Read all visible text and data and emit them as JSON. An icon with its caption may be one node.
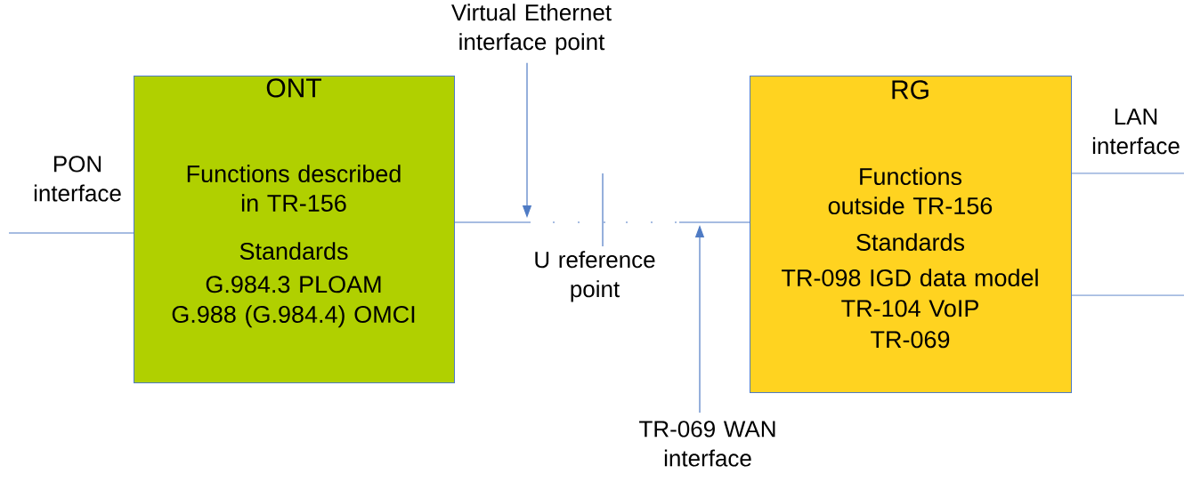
{
  "diagram": {
    "nodes": [
      {
        "text": [
          "ONT",
          "Functions described in TR-156",
          "Standards",
          "G.984.3 PLOAM",
          "G.988 (G.984.4) OMCI"
        ]
      },
      {
        "text": [
          "RG",
          "Functions outside TR-156",
          "Standards",
          "TR-098 IGD data model",
          "TR-104 VoIP",
          "TR-069"
        ]
      },
      {
        "text": [
          "Virtual Ethernet interface point"
        ]
      },
      {
        "text": [
          "TR-069 WAN interface"
        ]
      }
    ],
    "edges": [
      {
        "from": null,
        "to": 0,
        "arrow": "none"
      },
      {
        "from": 0,
        "to": 1,
        "arrow": "none",
        "style": "dashed"
      },
      {
        "from": 2,
        "to": null,
        "arrow": "to"
      },
      {
        "from": 3,
        "to": null,
        "arrow": "to"
      },
      {
        "from": 1,
        "to": null,
        "arrow": "none"
      },
      {
        "from": 1,
        "to": null,
        "arrow": "none"
      }
    ],
    "labels": [
      "PON interface",
      "U reference point",
      "LAN interface"
    ]
  }
}
